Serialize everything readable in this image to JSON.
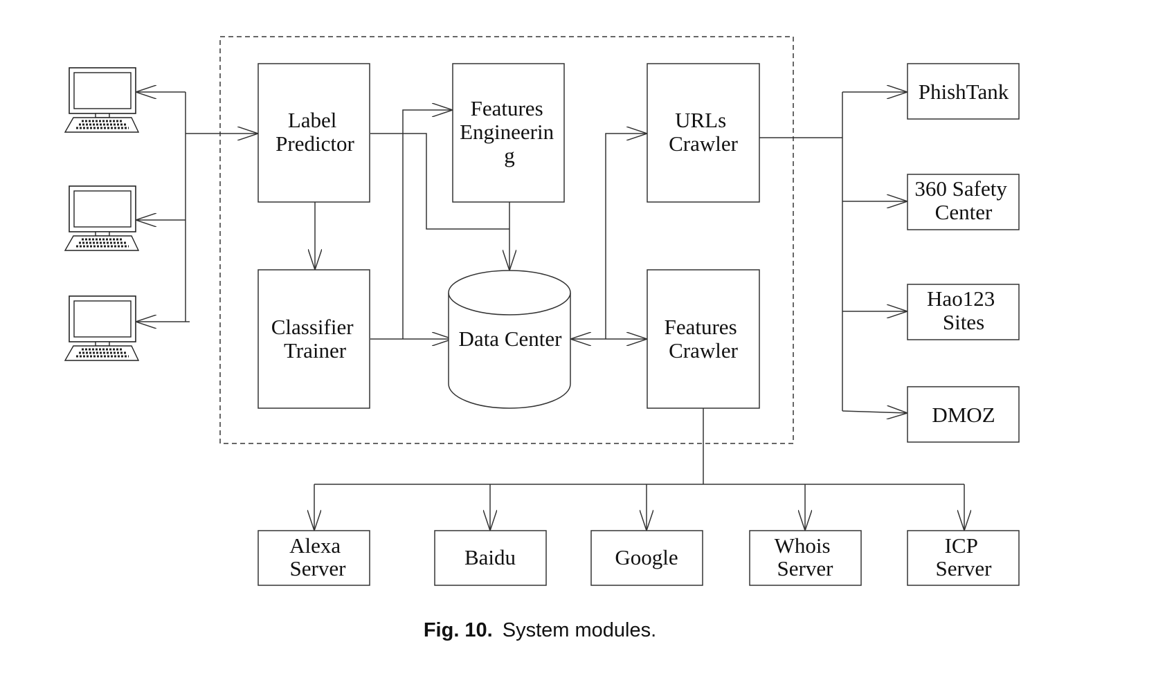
{
  "nodes": {
    "label_predictor": [
      "Label",
      "Predictor"
    ],
    "features_engineering": [
      "Features",
      "Engineerin",
      "g"
    ],
    "urls_crawler": [
      "URLs",
      "Crawler"
    ],
    "classifier_trainer": [
      "Classifier",
      "Trainer"
    ],
    "data_center": [
      "Data Center"
    ],
    "features_crawler": [
      "Features",
      "Crawler"
    ],
    "phishtank": [
      "PhishTank"
    ],
    "safety_360": [
      "360 Safety",
      "Center"
    ],
    "hao123": [
      "Hao123",
      "Sites"
    ],
    "dmoz": [
      "DMOZ"
    ],
    "alexa": [
      "Alexa",
      "Server"
    ],
    "baidu": [
      "Baidu"
    ],
    "google": [
      "Google"
    ],
    "whois": [
      "Whois",
      "Server"
    ],
    "icp": [
      "ICP",
      "Server"
    ]
  },
  "caption": {
    "label": "Fig. 10.",
    "text": "System modules."
  }
}
